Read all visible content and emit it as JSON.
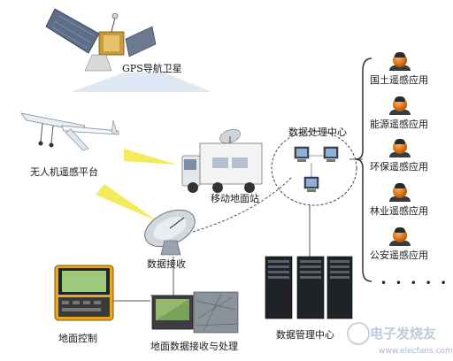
{
  "diagram": {
    "nodes": {
      "satellite": "GPS导航卫星",
      "uav": "无人机遥感平台",
      "mobile_station": "移动地面站",
      "center": "数据处理中心",
      "receiver": "数据接收",
      "ground_control": "地面控制",
      "ground_processing": "地面数据接收与处理",
      "data_management": "数据管理中心"
    },
    "applications": [
      {
        "label": "国土遥感应用"
      },
      {
        "label": "能源遥感应用"
      },
      {
        "label": "环保遥感应用"
      },
      {
        "label": "林业遥感应用"
      },
      {
        "label": "公安遥感应用"
      }
    ],
    "more": "• • • • •",
    "watermark": {
      "text": "电子发烧友",
      "url": "www.elecfans.com"
    },
    "colors": {
      "beam": "#f2e84a",
      "link": "#555555",
      "avatar": "#e07418"
    }
  }
}
